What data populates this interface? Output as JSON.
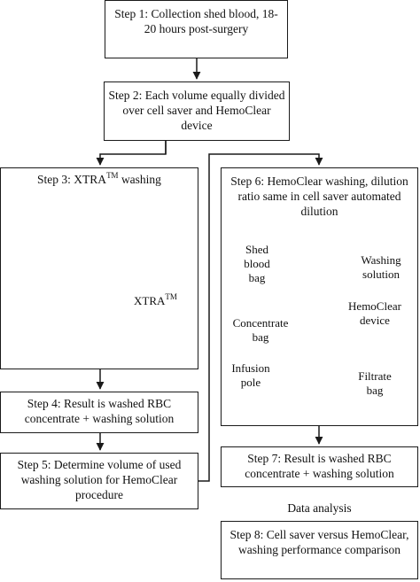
{
  "steps": {
    "step1": "Step 1: Collection shed blood, 18-20 hours post-surgery",
    "step2": "Step 2: Each volume equally divided over cell saver and HemoClear device",
    "step3_prefix": "Step 3: XTRA",
    "step3_sup": "TM",
    "step3_suffix": " washing",
    "step4": "Step 4: Result is washed RBC concentrate + washing solution",
    "step5": "Step 5: Determine volume of used washing solution for HemoClear procedure",
    "step6": "Step 6: HemoClear washing, dilution ratio same in cell saver automated dilution",
    "step7": "Step 7: Result is washed RBC concentrate + washing solution",
    "step8": "Step 8: Cell saver versus HemoClear, washing performance comparison"
  },
  "data_analysis": "Data analysis",
  "xtra_label": {
    "text": "XTRA",
    "sup": "TM"
  },
  "hemoclear_labels": {
    "shed_blood_bag": "Shed blood bag",
    "washing_solution": "Washing solution",
    "hemoclear_device": "HemoClear device",
    "concentrate_bag": "Concentrate bag",
    "infusion_pole": "Infusion pole",
    "filtrate_bag": "Filtrate bag"
  },
  "colors": {
    "line": "#1a1a1a",
    "leader": "#c0282d"
  }
}
